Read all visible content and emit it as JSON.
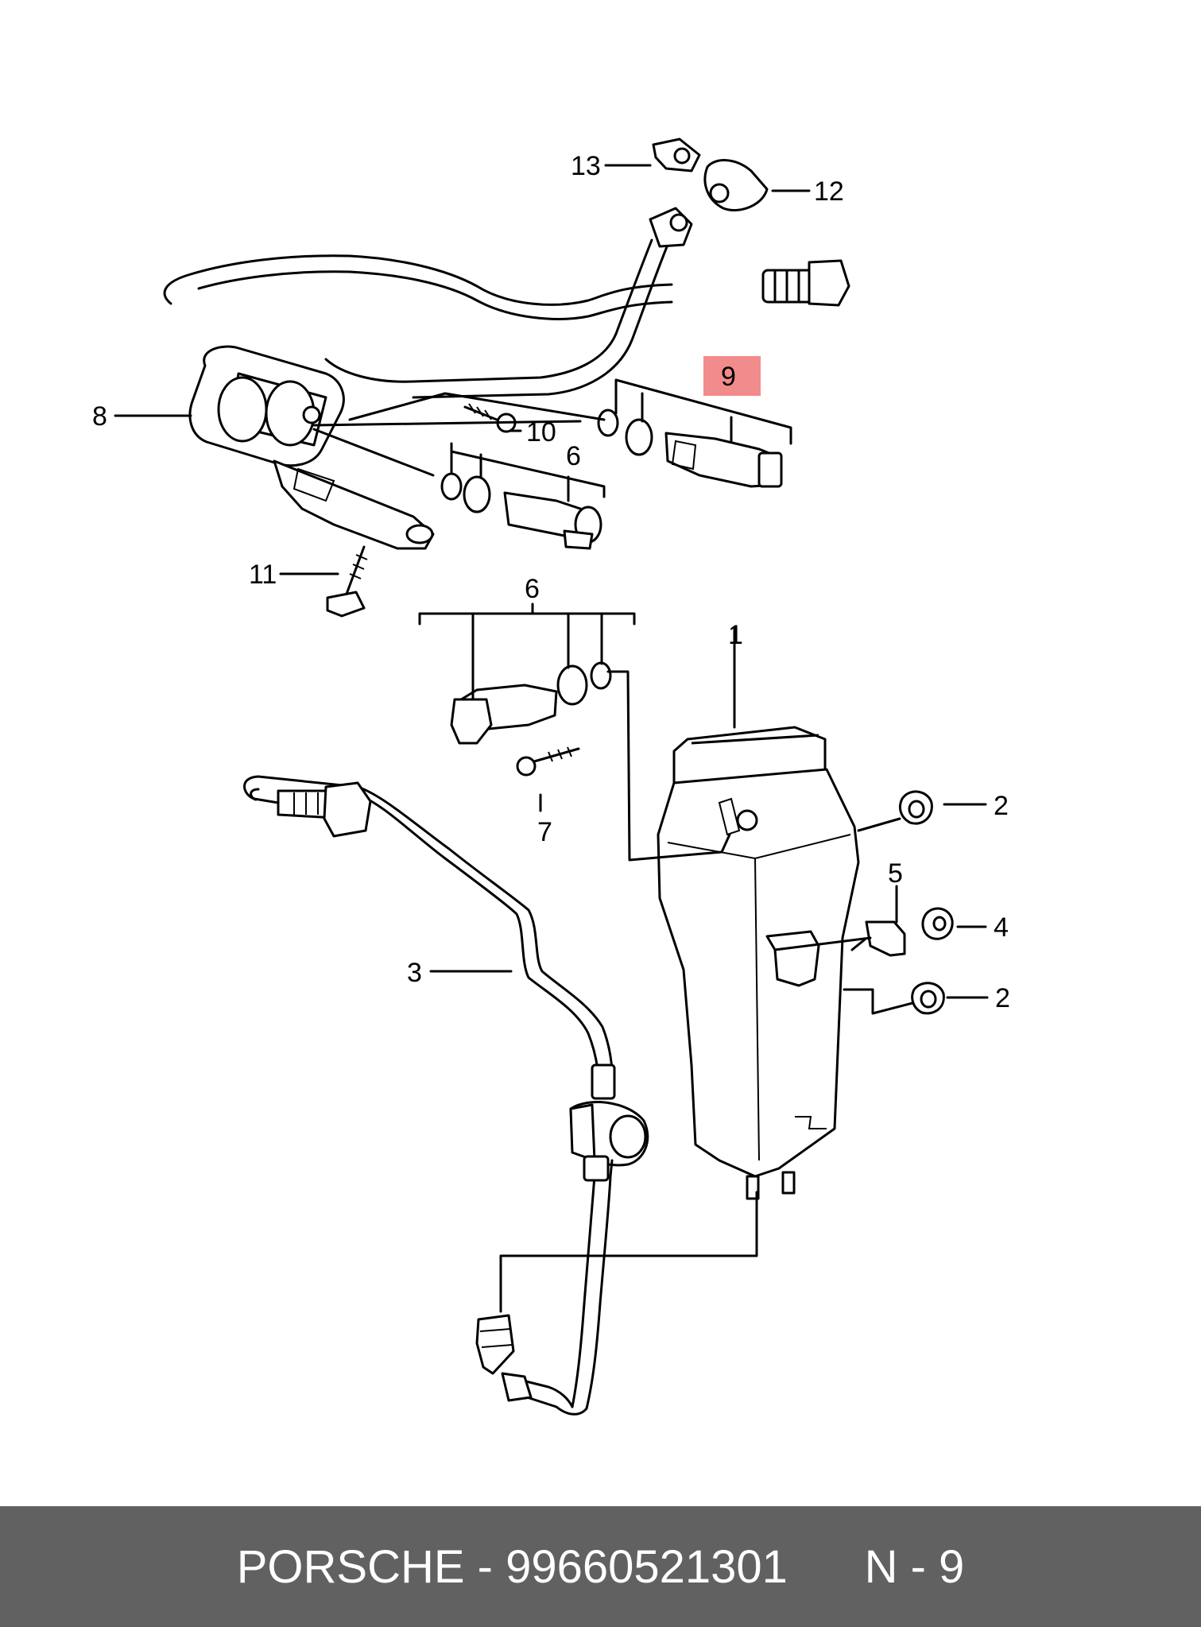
{
  "diagram": {
    "highlight_color": "#f28b8b",
    "callouts": [
      {
        "id": "c13",
        "label": "13"
      },
      {
        "id": "c12",
        "label": "12"
      },
      {
        "id": "c9",
        "label": "9",
        "highlighted": true
      },
      {
        "id": "c8",
        "label": "8"
      },
      {
        "id": "c10",
        "label": "10"
      },
      {
        "id": "c6a",
        "label": "6"
      },
      {
        "id": "c11",
        "label": "11"
      },
      {
        "id": "c6b",
        "label": "6"
      },
      {
        "id": "c1",
        "label": "1"
      },
      {
        "id": "c2a",
        "label": "2"
      },
      {
        "id": "c5",
        "label": "5"
      },
      {
        "id": "c4",
        "label": "4"
      },
      {
        "id": "c2b",
        "label": "2"
      },
      {
        "id": "c3",
        "label": "3"
      },
      {
        "id": "c7",
        "label": "7"
      }
    ]
  },
  "footer": {
    "brand": "PORSCHE",
    "separator": " - ",
    "part_number": "99660521301",
    "position": "N - 9",
    "background_color": "#616161"
  }
}
